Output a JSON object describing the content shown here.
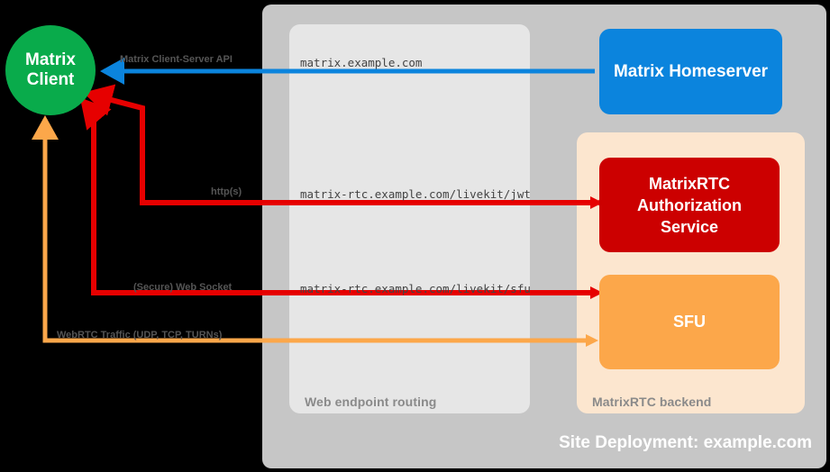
{
  "diagram": {
    "title": "Site Deployment: example.com",
    "client": {
      "line1": "Matrix",
      "line2": "Client"
    },
    "groups": {
      "web_endpoint_routing": "Web endpoint routing",
      "matrixrtc_backend": "MatrixRTC backend"
    },
    "nodes": {
      "homeserver": "Matrix Homeserver",
      "auth_service_line1": "MatrixRTC",
      "auth_service_line2": "Authorization",
      "auth_service_line3": "Service",
      "sfu": "SFU"
    },
    "flows": [
      {
        "protocol": "Matrix Client-Server API",
        "endpoint": "matrix.example.com",
        "target": "Matrix Homeserver",
        "color": "#0b84dd"
      },
      {
        "protocol": "http(s)",
        "endpoint": "matrix-rtc.example.com/livekit/jwt",
        "target": "MatrixRTC Authorization Service",
        "color": "#e60000"
      },
      {
        "protocol": "(Secure) Web Socket",
        "endpoint": "matrix-rtc.example.com/livekit/sfu",
        "target": "SFU",
        "color": "#e60000"
      },
      {
        "protocol": "WebRTC Traffic (UDP, TCP, TURNs)",
        "endpoint": "",
        "target": "SFU",
        "color": "#fca74a"
      }
    ],
    "colors": {
      "background": "#000000",
      "site_panel": "#c6c6c6",
      "web_endpoint_panel": "#e6e6e6",
      "backend_panel": "#fce6cf",
      "client_green": "#09ab4b",
      "homeserver_blue": "#0b84dd",
      "auth_red": "#cc0000",
      "sfu_orange": "#fca74a",
      "arrow_red": "#e60000",
      "arrow_orange": "#fca74a",
      "caption_grey": "#8a8a8a"
    }
  }
}
